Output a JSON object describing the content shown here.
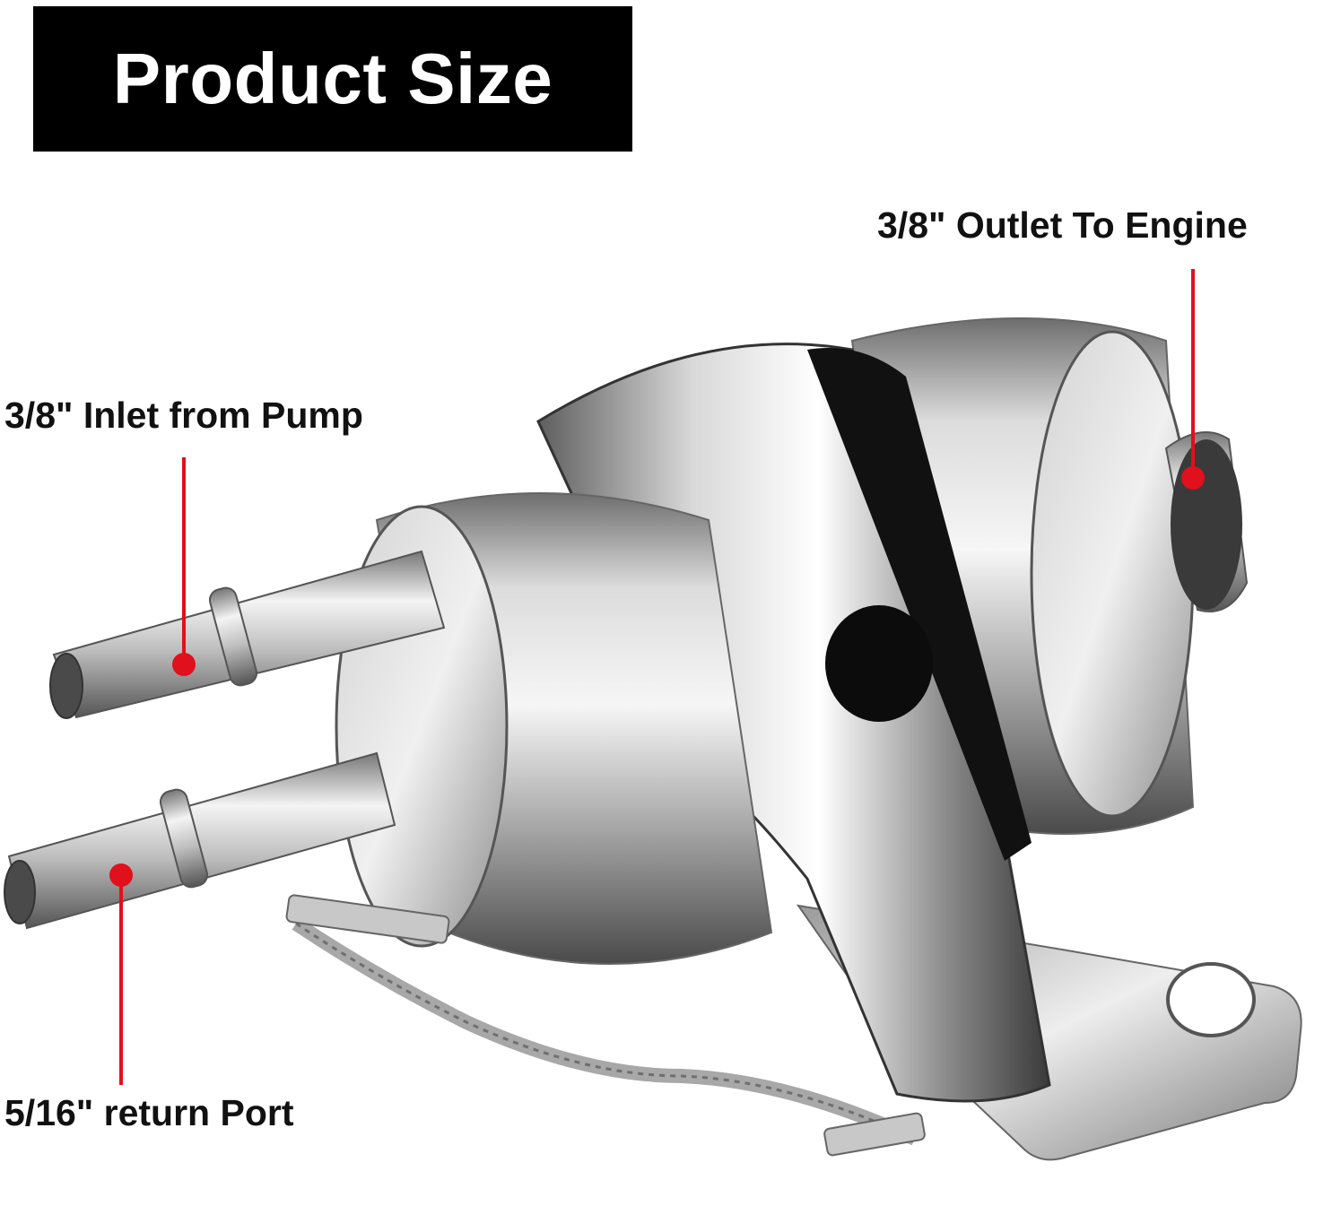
{
  "title": "Product Size",
  "callouts": {
    "outlet": "3/8\" Outlet To Engine",
    "inlet": "3/8\" Inlet from Pump",
    "return": "5/16\" return Port"
  },
  "colors": {
    "title_bg": "#000000",
    "title_text": "#ffffff",
    "callout_text": "#111111",
    "marker": "#e0101c"
  },
  "image": {
    "subject": "fuel-filter-with-bracket"
  }
}
